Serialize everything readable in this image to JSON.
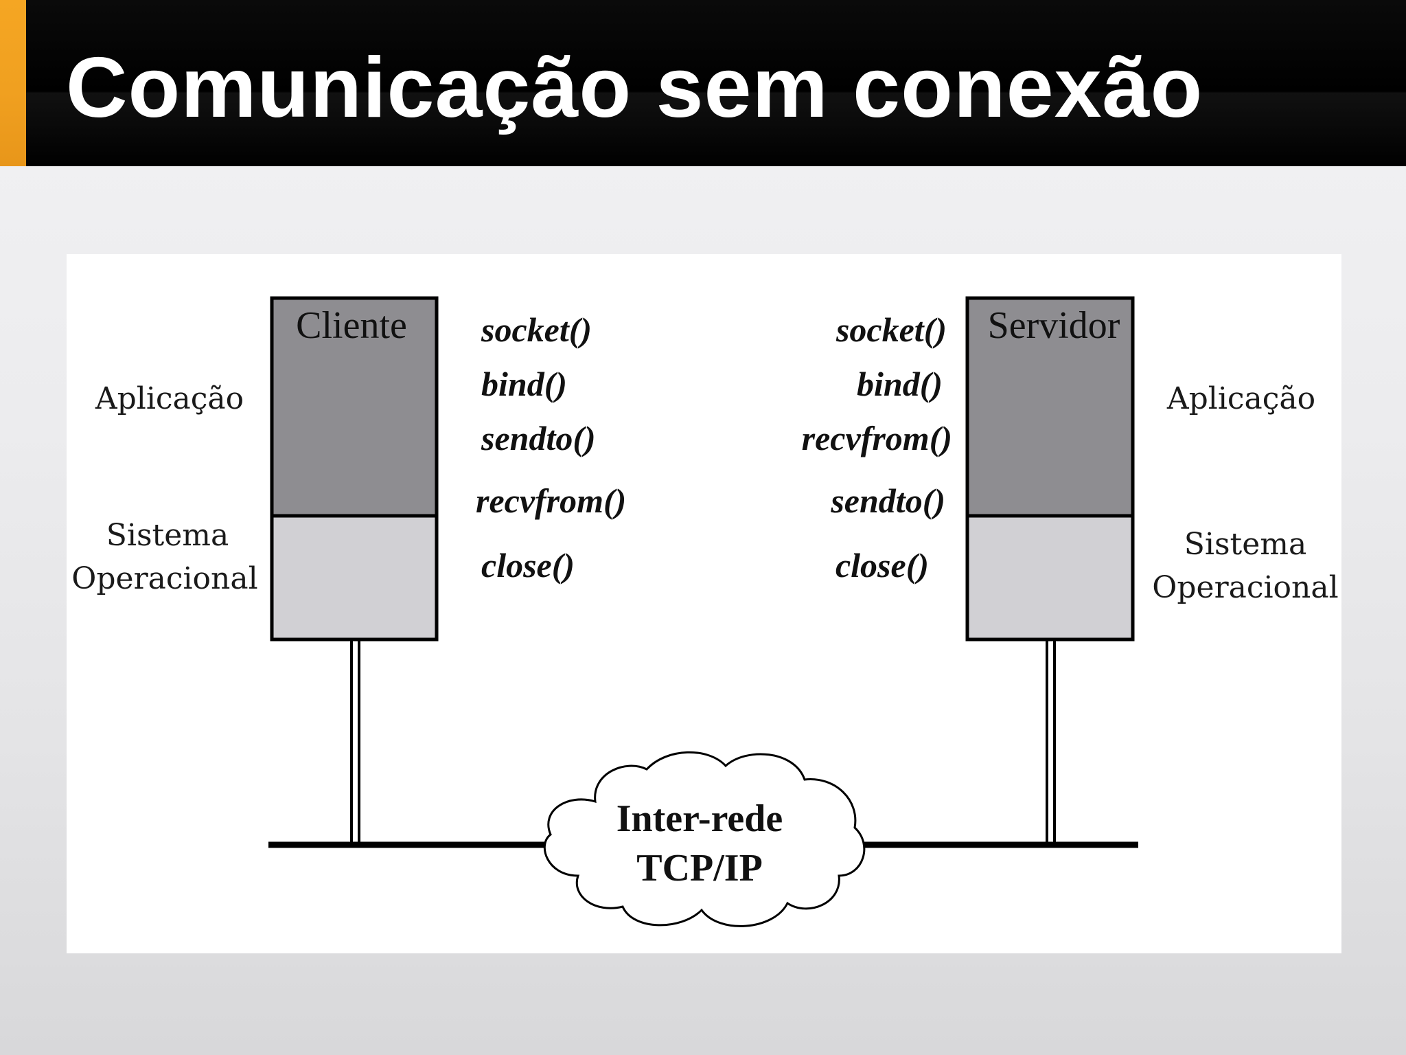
{
  "title": "Comunicação sem conexão",
  "diagram": {
    "client": {
      "box_title": "Cliente",
      "app_label": "Aplicação",
      "os_label_line1": "Sistema",
      "os_label_line2": "Operacional",
      "calls": [
        "socket()",
        "bind()",
        "sendto()",
        "recvfrom()",
        "close()"
      ]
    },
    "server": {
      "box_title": "Servidor",
      "app_label": "Aplicação",
      "os_label_line1": "Sistema",
      "os_label_line2": "Operacional",
      "calls": [
        "socket()",
        "bind()",
        "recvfrom()",
        "sendto()",
        "close()"
      ]
    },
    "network": {
      "line1": "Inter-rede",
      "line2": "TCP/IP"
    },
    "colors": {
      "app_layer": "#8e8d91",
      "os_layer": "#d1d0d4",
      "accent": "#f5a623"
    }
  }
}
